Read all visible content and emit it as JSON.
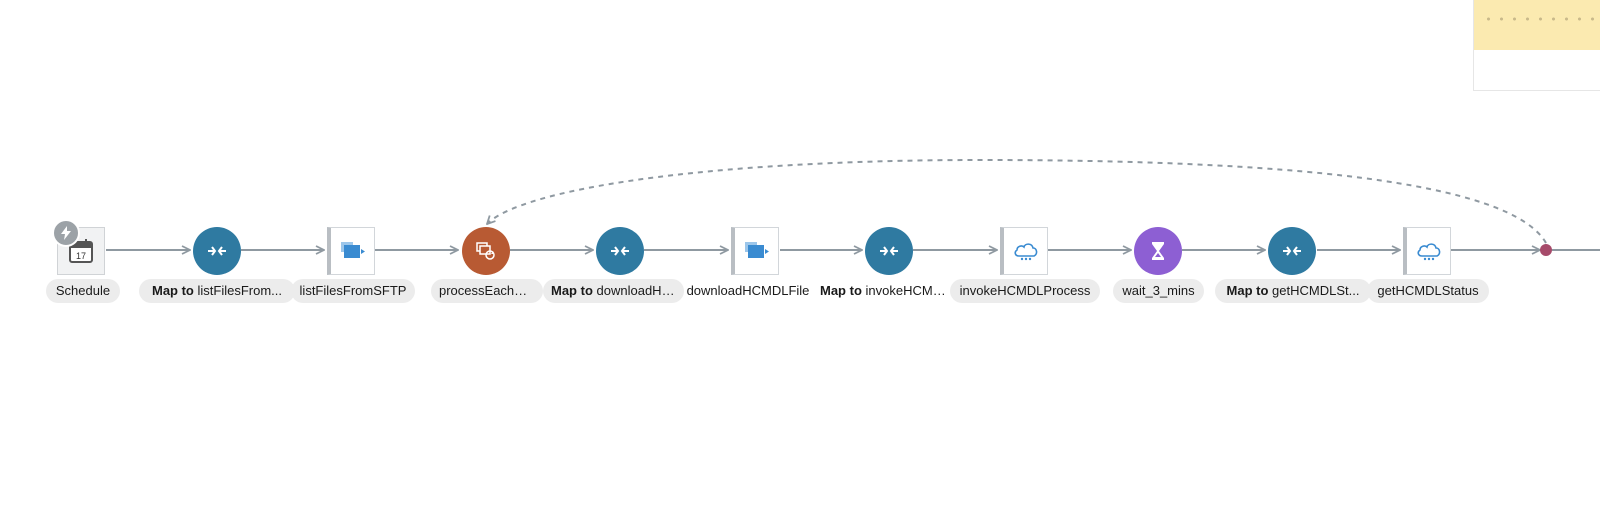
{
  "flow": {
    "schedule": {
      "label": "Schedule",
      "icon": "calendar-icon",
      "day": "17"
    },
    "steps": [
      {
        "prefix": "Map to",
        "label": "listFilesFrom...",
        "icon": "map-icon"
      },
      {
        "label": "listFilesFromSFTP",
        "icon": "ftp-adapter-icon"
      },
      {
        "label": "processEachFile",
        "icon": "for-each-icon"
      },
      {
        "prefix": "Map to",
        "label": "downloadHC...",
        "icon": "map-icon"
      },
      {
        "label": "downloadHCMDLFile",
        "icon": "ftp-adapter-icon"
      },
      {
        "prefix": "Map to",
        "label": "invokeHCMD...",
        "icon": "map-icon"
      },
      {
        "label": "invokeHCMDLProcess",
        "icon": "cloud-adapter-icon"
      },
      {
        "label": "wait_3_mins",
        "icon": "hourglass-icon"
      },
      {
        "prefix": "Map to",
        "label": "getHCMDLSt...",
        "icon": "map-icon"
      },
      {
        "label": "getHCMDLStatus",
        "icon": "cloud-adapter-icon"
      }
    ]
  },
  "colors": {
    "map": "#2f7aa1",
    "for_each": "#b85a33",
    "wait": "#8d5fd3",
    "connector": "#8f99a1",
    "end_dot": "#a64a6a",
    "note": "#fbeab0"
  }
}
